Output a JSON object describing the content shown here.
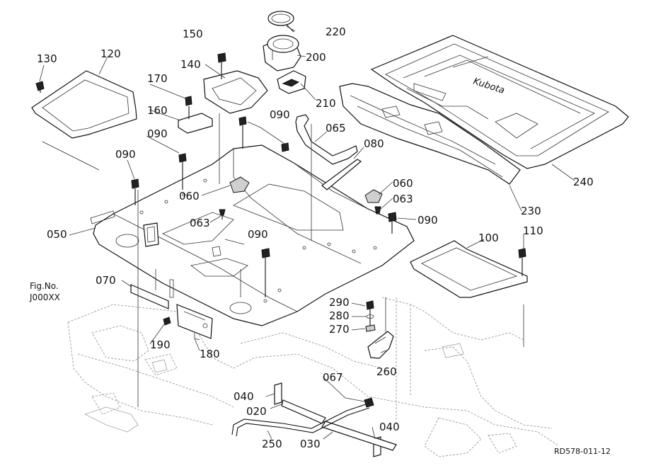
{
  "drawing_id": "RD578-011-12",
  "fig_ref": {
    "line1": "Fig.No.",
    "line2": "J000XX"
  },
  "callouts": {
    "c020": "020",
    "c030": "030",
    "c040a": "040",
    "c040b": "040",
    "c050": "050",
    "c060a": "060",
    "c060b": "060",
    "c063a": "063",
    "c063b": "063",
    "c065": "065",
    "c067": "067",
    "c070": "070",
    "c080": "080",
    "c090a": "090",
    "c090b": "090",
    "c090c": "090",
    "c090d": "090",
    "c090e": "090",
    "c100": "100",
    "c110": "110",
    "c120": "120",
    "c130": "130",
    "c140": "140",
    "c150": "150",
    "c160": "160",
    "c170": "170",
    "c180": "180",
    "c190": "190",
    "c200": "200",
    "c210": "210",
    "c220": "220",
    "c230": "230",
    "c240": "240",
    "c250": "250",
    "c260": "260",
    "c270": "270",
    "c280": "280",
    "c290": "290"
  },
  "mat_logo_text": "Kubota"
}
